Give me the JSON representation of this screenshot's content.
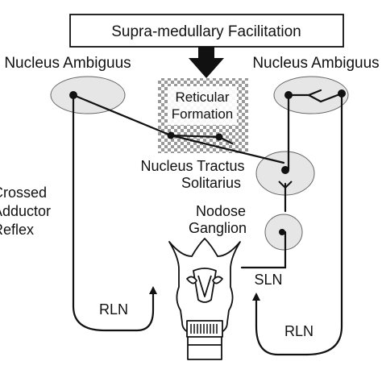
{
  "diagram": {
    "facilitation_box": "Supra-medullary Facilitation",
    "nucleus_ambiguus_left": "Nucleus Ambiguus",
    "nucleus_ambiguus_right": "Nucleus Ambiguus",
    "reticular_formation_line1": "Reticular",
    "reticular_formation_line2": "Formation",
    "nts_line1": "Nucleus Tractus",
    "nts_line2": "Solitarius",
    "crossed_reflex_line1": "Crossed",
    "crossed_reflex_line2": "Adductor",
    "crossed_reflex_line3": "Reflex",
    "nodose_line1": "Nodose",
    "nodose_line2": "Ganglion",
    "sln": "SLN",
    "rln_left": "RLN",
    "rln_right": "RLN"
  }
}
